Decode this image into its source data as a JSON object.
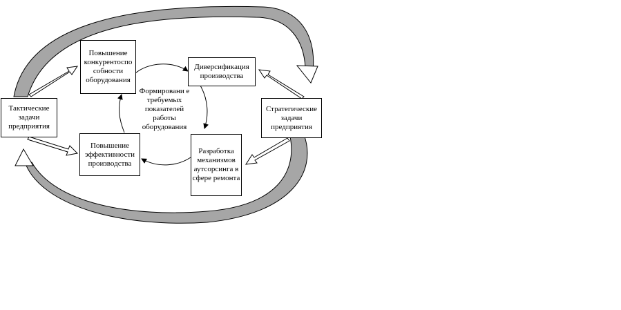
{
  "boxes": {
    "tactical": "Тактические задачи предприятия",
    "strategic": "Стратегические задачи предприятия",
    "competitiveness": "Повышение конкурентоспо собности оборудования",
    "diversification": "Диверсификация производства",
    "efficiency": "Повышение эффективности производства",
    "outsourcing": "Разработка механизмов аутсорсинга в сфере ремонта"
  },
  "center_label": "Формировани е требуемых показателей работы оборудования",
  "colors": {
    "line": "#000000",
    "arc_fill": "#a6a6a6",
    "background": "#ffffff"
  }
}
